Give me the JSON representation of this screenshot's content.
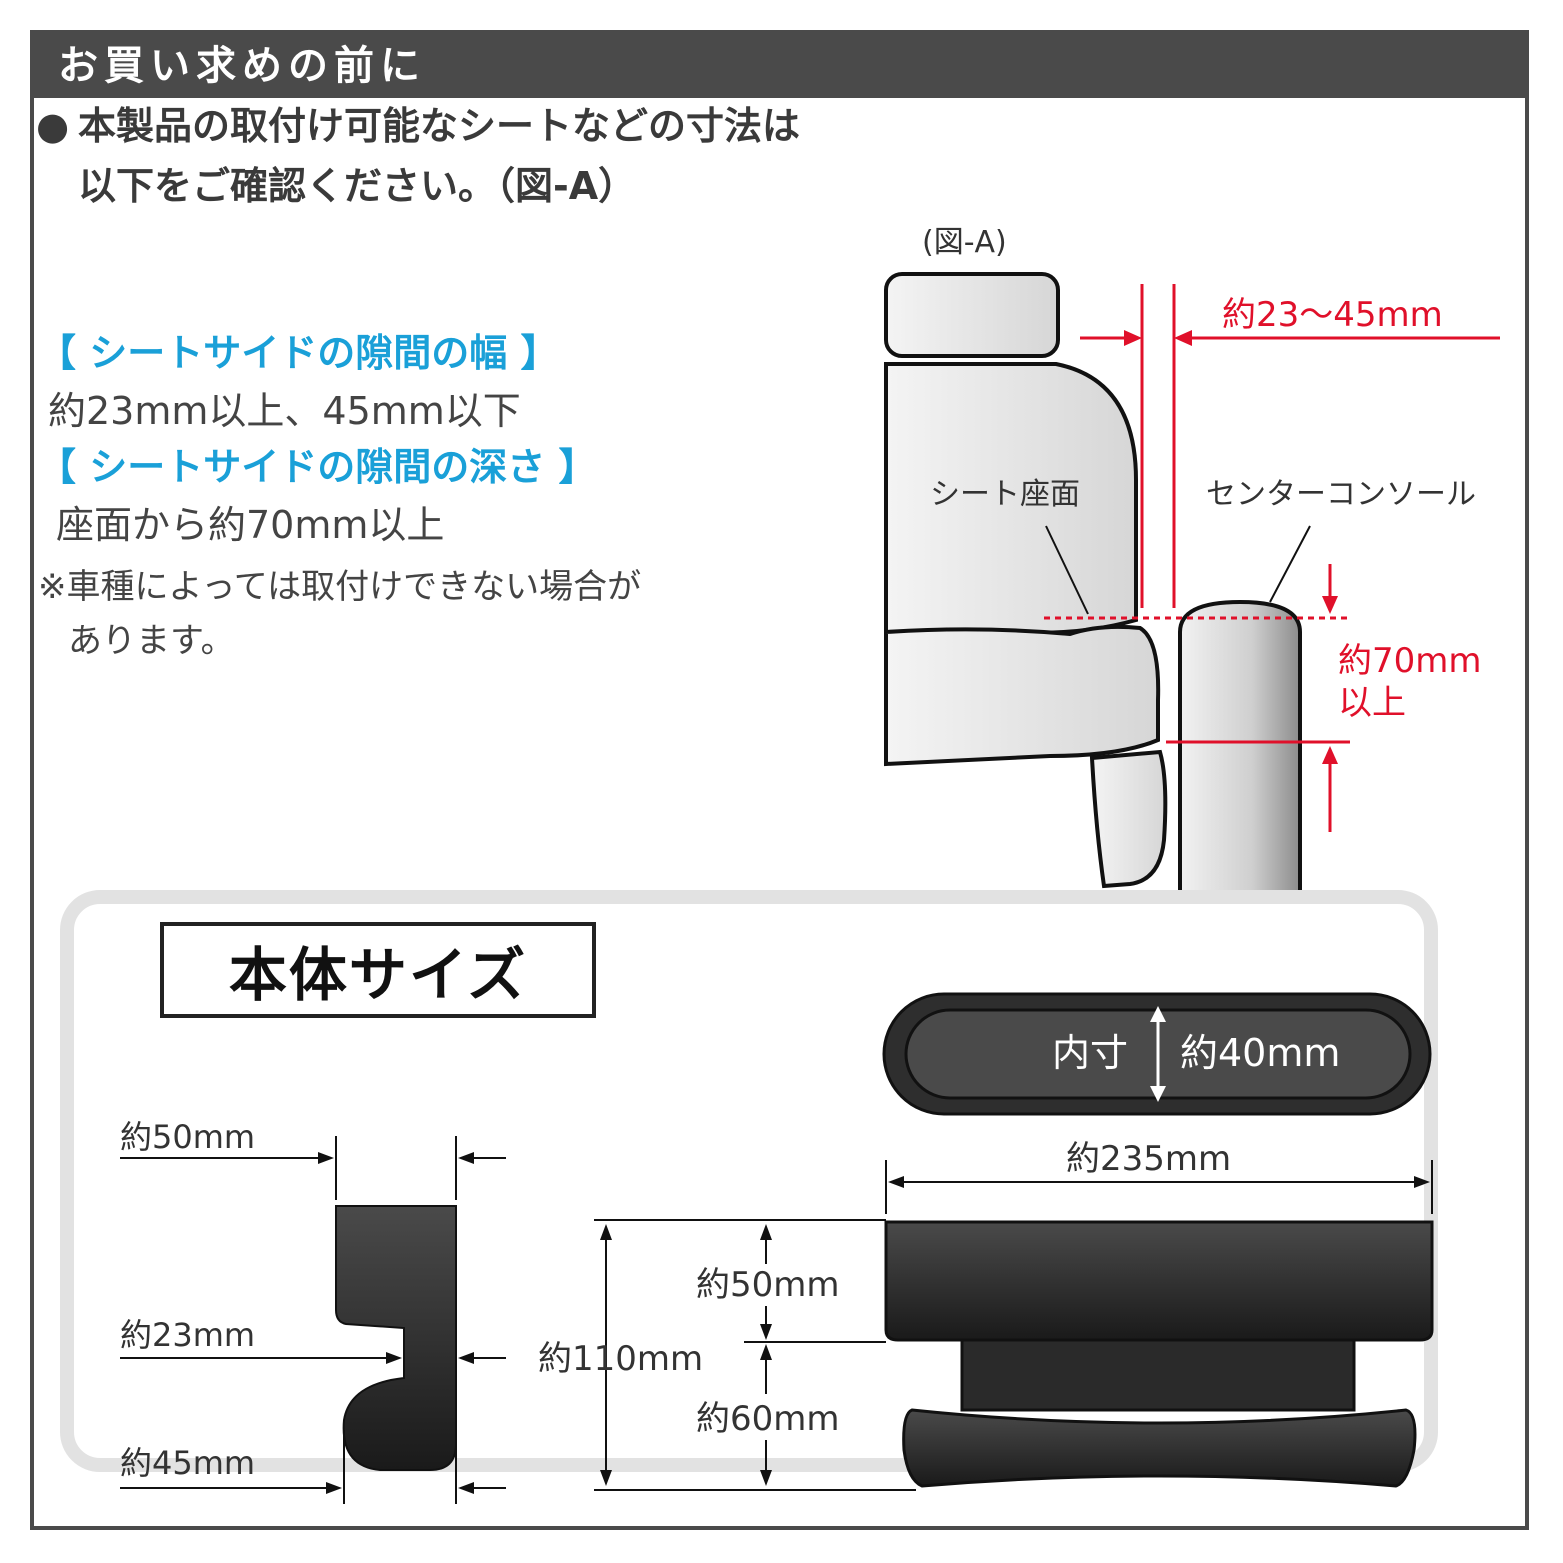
{
  "header": {
    "title": "お買い求めの前に"
  },
  "intro": {
    "bullet": "●",
    "line1": "本製品の取付け可能なシートなどの寸法は",
    "line2": "以下をご確認ください。（図-A）"
  },
  "specs": {
    "width_heading": "【 シートサイドの隙間の幅 】",
    "width_value": "約23mm以上、45mm以下",
    "depth_heading": "【 シートサイドの隙間の深さ 】",
    "depth_value": "座面から約70mm以上"
  },
  "note": {
    "line1": "※車種によっては取付けできない場合が",
    "line2": "あります。"
  },
  "figure_a": {
    "caption": "(図-A)",
    "gap_width": "約23〜45mm",
    "seat_surface": "シート座面",
    "center_console": "センターコンソール",
    "depth_line1": "約70mm",
    "depth_line2": "以上"
  },
  "body_size": {
    "title": "本体サイズ",
    "side": {
      "top_width": "約50mm",
      "gap": "約23mm",
      "bottom_width": "約45mm"
    },
    "top": {
      "inner_label": "内寸",
      "inner_value": "約40mm"
    },
    "front": {
      "width": "約235mm",
      "upper": "約50mm",
      "lower": "約60mm",
      "total": "約110mm"
    }
  },
  "colors": {
    "accent_red": "#e0102a",
    "accent_blue": "#1aa0d8",
    "frame": "#4a4a4a"
  }
}
